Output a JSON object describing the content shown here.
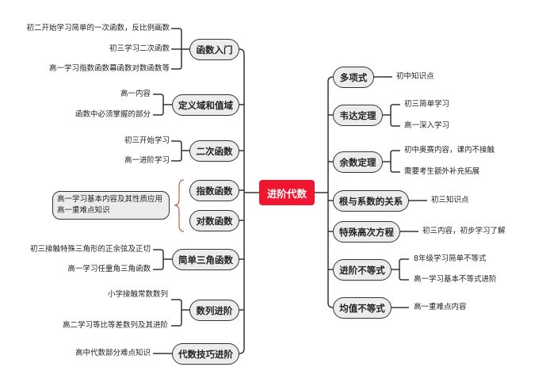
{
  "center": "进阶代数",
  "left_branches": [
    {
      "label": "函数入门",
      "children": [
        "初二开始学习简单的一次函数，反比例画数",
        "初三学习二次函数",
        "高一学习指数函数幕函数对数函数等"
      ]
    },
    {
      "label": "定义域和值域",
      "children": [
        "高一内容",
        "函数中必须掌握的部分"
      ]
    },
    {
      "label": "二次函数",
      "children": [
        "初三开始学习",
        "高一进阶学习"
      ]
    },
    {
      "label": "指数函数",
      "children": []
    },
    {
      "label": "对数函数",
      "children": []
    },
    {
      "label": "简单三角函数",
      "children": [
        "初三接触特殊三角形的正余弦及正切",
        "高一学习任童角三角函数"
      ]
    },
    {
      "label": "数列进阶",
      "children": [
        "小学接触常数数列",
        "高二学习等比等差数列及其进阶"
      ]
    },
    {
      "label": "代数技巧进阶",
      "children": [
        "高中代数部分难点知识"
      ]
    }
  ],
  "shared_note": [
    "高一学习基本内容及其性质应用",
    "高一重难点知识"
  ],
  "right_branches": [
    {
      "label": "多项式",
      "children": [
        "初中知识点"
      ]
    },
    {
      "label": "韦达定理",
      "children": [
        "初三简单学习",
        "高一深入学习"
      ]
    },
    {
      "label": "余数定理",
      "children": [
        "初中奥赛内容，课内不接触",
        "需要考生额外补充拓展"
      ]
    },
    {
      "label": "根与系数的关系",
      "children": [
        "初三知识点"
      ]
    },
    {
      "label": "特殊高次方程",
      "children": [
        "初三内容，初步学习了解"
      ]
    },
    {
      "label": "进阶不等式",
      "children": [
        "8年级学习简单不等式",
        "高一学习基本不等式进阶"
      ]
    },
    {
      "label": "均值不等式",
      "children": [
        "高一重难点内容"
      ]
    }
  ],
  "colors": {
    "center": "#f0162f",
    "node_fill": "#ececec",
    "line": "#333333",
    "brace": "#c0392b"
  }
}
